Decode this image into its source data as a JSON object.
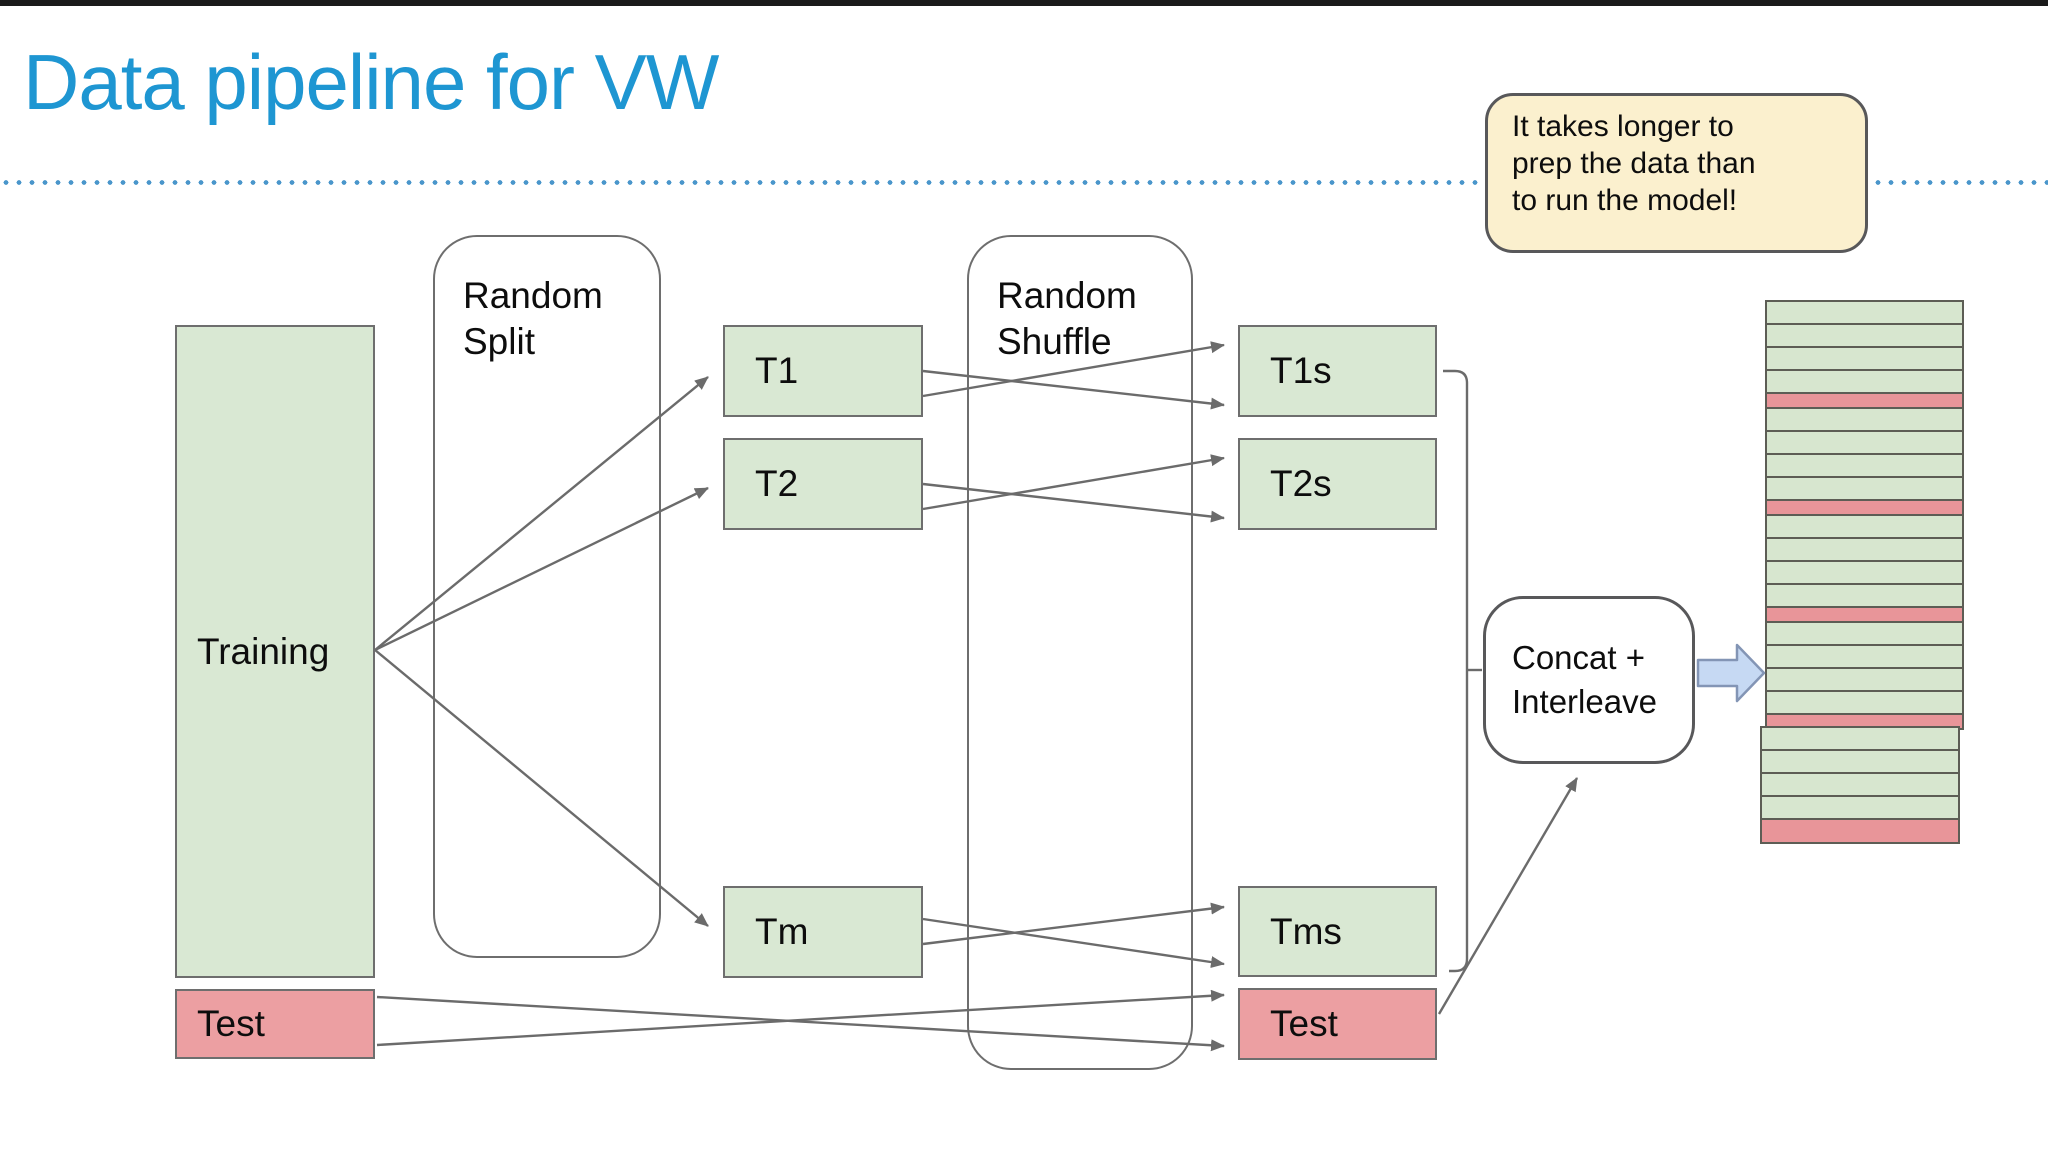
{
  "header": {
    "title": "Data pipeline for VW"
  },
  "callout": {
    "lines": [
      "It takes longer to",
      "prep the data than",
      "to run the model!"
    ]
  },
  "pipeline": {
    "training": {
      "label": "Training"
    },
    "test": {
      "label": "Test"
    },
    "random_split": {
      "lines": [
        "Random",
        "Split"
      ]
    },
    "random_shuffle": {
      "lines": [
        "Random",
        "Shuffle"
      ]
    },
    "t1": {
      "label": "T1"
    },
    "t2": {
      "label": "T2"
    },
    "tm": {
      "label": "Tm"
    },
    "t1s": {
      "label": "T1s"
    },
    "t2s": {
      "label": "T2s"
    },
    "tms": {
      "label": "Tms"
    },
    "test_shuffled": {
      "label": "Test"
    },
    "concat": {
      "lines": [
        "Concat +",
        "Interleave"
      ]
    }
  },
  "colors": {
    "title": "#1E96D2",
    "dotted_rule": "#4A96CB",
    "callout_bg": "#FBF0CE",
    "box_green": "#D9E8D3",
    "box_red": "#EC9FA2",
    "stack_green": "#D7E6CF",
    "stack_red": "#E89599",
    "connector_gray": "#6b6b6b",
    "block_arrow_blue": "#C6D9F3"
  },
  "stack": {
    "upper_rows": [
      "green",
      "green",
      "green",
      "green",
      "red",
      "green",
      "green",
      "green",
      "green",
      "red",
      "green",
      "green",
      "green",
      "green",
      "red",
      "green",
      "green",
      "green",
      "green",
      "red"
    ],
    "lower_rows": [
      "green",
      "green",
      "green",
      "green",
      "red_thick"
    ]
  }
}
